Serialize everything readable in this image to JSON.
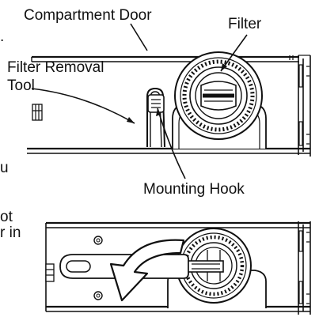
{
  "labels": {
    "compartment_door": "Compartment Door",
    "filter": "Filter",
    "filter_removal_tool_line1": "Filter Removal",
    "filter_removal_tool_line2": "Tool",
    "mounting_hook": "Mounting Hook"
  },
  "margin_fragments": {
    "line_a": ".",
    "line_b": "u",
    "line_c": "ot",
    "line_d": "r in"
  },
  "colors": {
    "ink": "#111111",
    "background": "#ffffff",
    "arrow_fill": "#ffffff"
  }
}
